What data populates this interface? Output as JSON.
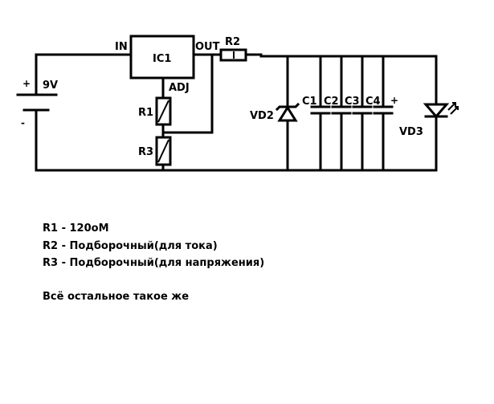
{
  "schematic": {
    "ic": {
      "ref": "IC1",
      "pin_in": "IN",
      "pin_out": "OUT",
      "pin_adj": "ADJ"
    },
    "battery": {
      "ref": "9V",
      "plus": "+",
      "minus": "-"
    },
    "resistors": {
      "r1": "R1",
      "r2": "R2",
      "r3": "R3"
    },
    "diodes": {
      "zener": "VD2",
      "led": "VD3"
    },
    "capacitors": [
      "C1",
      "C2",
      "C3",
      "C4"
    ],
    "cap_polarity": "+"
  },
  "notes": [
    "R1 - 120оМ",
    "R2 - Подборочный(для тока)",
    "R3 - Подборочный(для напряжения)",
    "Всё остальное такое же"
  ]
}
